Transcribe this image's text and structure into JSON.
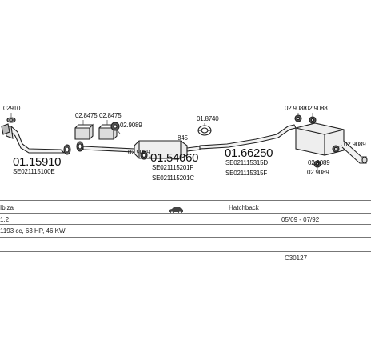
{
  "diagram": {
    "clamp_codes": {
      "c1": "02910",
      "c2": "02.8475",
      "c3": "02.8475",
      "c4": "02.9089",
      "c5": "02.9089",
      "c6": "01.8740",
      "c7": "02.9088",
      "c8": "02.9088",
      "c9": "02.9089",
      "c10": "02.9089",
      "c11": "02.9089",
      "d1": "845"
    },
    "parts": [
      {
        "number": "01.15910",
        "oem": [
          "SE021115100E"
        ]
      },
      {
        "number": "01.54060",
        "oem": [
          "SE021115201F",
          "SE021115201C"
        ]
      },
      {
        "number": "01.66250",
        "oem": [
          "SE021115315D",
          "SE021115315F"
        ]
      }
    ]
  },
  "table": {
    "model": "Ibiza",
    "body": "Hatchback",
    "engine": "1.2",
    "years": "05/09 - 07/92",
    "spec": "1193 cc, 63 HP, 46 KW",
    "code": "C30127"
  }
}
